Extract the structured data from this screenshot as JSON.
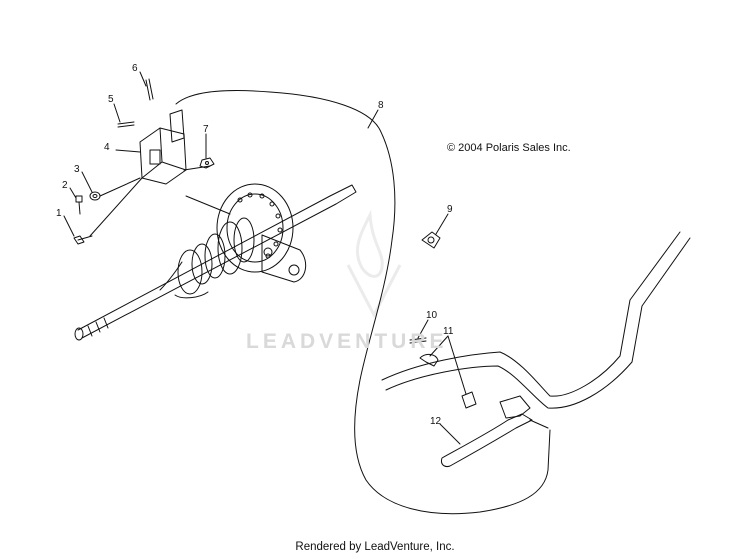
{
  "copyright": "© 2004 Polaris Sales Inc.",
  "footer": "Rendered by LeadVenture, Inc.",
  "watermark": "LEADVENTURE",
  "callouts": [
    {
      "id": "c1",
      "label": "1"
    },
    {
      "id": "c2",
      "label": "2"
    },
    {
      "id": "c3",
      "label": "3"
    },
    {
      "id": "c4",
      "label": "4"
    },
    {
      "id": "c5",
      "label": "5"
    },
    {
      "id": "c6",
      "label": "6"
    },
    {
      "id": "c7",
      "label": "7"
    },
    {
      "id": "c8",
      "label": "8"
    },
    {
      "id": "c9",
      "label": "9"
    },
    {
      "id": "c10",
      "label": "10"
    },
    {
      "id": "c11",
      "label": "11"
    },
    {
      "id": "c12",
      "label": "12"
    }
  ]
}
